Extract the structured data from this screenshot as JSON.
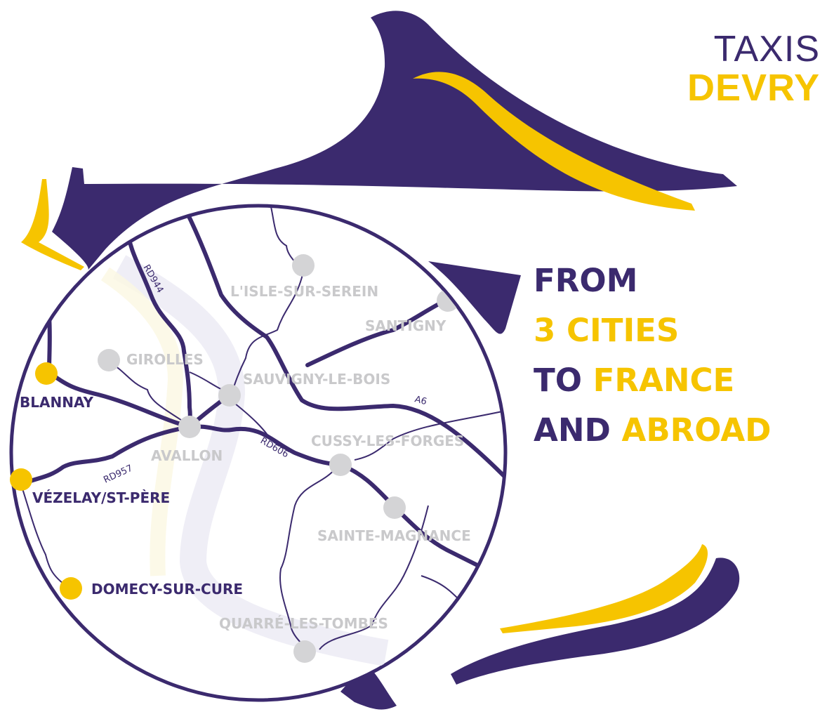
{
  "brand": {
    "line1": "TAXIS",
    "line2": "DEVRY"
  },
  "slogan": {
    "l1": "FROM",
    "l2": "3 CITIES",
    "l3a": "TO ",
    "l3b": "FRANCE",
    "l4a": "AND ",
    "l4b": "ABROAD"
  },
  "colors": {
    "primary": "#3b2a6e",
    "accent": "#f6c400",
    "inactive": "#c9c9cb"
  },
  "cities": {
    "departure": [
      "BLANNAY",
      "VÉZELAY/ST-PÈRE",
      "DOMECY-SUR-CURE"
    ],
    "other": [
      "L'ISLE-SUR-SEREIN",
      "SANTIGNY",
      "GIROLLES",
      "SAUVIGNY-LE-BOIS",
      "AVALLON",
      "CUSSY-LES-FORGES",
      "SAINTE-MAGNANCE",
      "QUARRÉ-LES-TOMBES"
    ]
  },
  "roads": [
    "RD944",
    "RD957",
    "RD606",
    "A6"
  ]
}
